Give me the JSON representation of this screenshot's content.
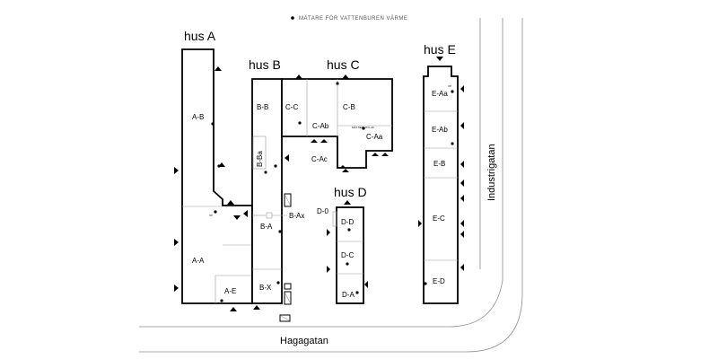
{
  "legend": {
    "text": "MÄTARE FÖR VATTENBUREN VÄRME"
  },
  "streets": {
    "bottom": "Hagagatan",
    "right": "Industrigatan"
  },
  "houses": {
    "a": "hus A",
    "b": "hus B",
    "c": "hus C",
    "d": "hus D",
    "e": "hus E"
  },
  "units": {
    "ab": "A-B",
    "aa": "A-A",
    "ae": "A-E",
    "bb": "B-B",
    "bba": "B-Ba",
    "ba": "B-A",
    "bax": "B-Ax",
    "bx": "B-X",
    "cc": "C-C",
    "cab": "C-Ab",
    "cb": "C-B",
    "caa": "C-Aa",
    "cac": "C-Ac",
    "d0": "D-0",
    "dd": "D-D",
    "dc": "D-C",
    "da": "D-A",
    "eaa": "E-Aa",
    "eab": "E-Ab",
    "eb": "E-B",
    "ec": "E-C",
    "ed": "E-D"
  },
  "colors": {
    "walls": "#000000",
    "streets": "#8c8c8c",
    "legend_text": "#555555"
  }
}
